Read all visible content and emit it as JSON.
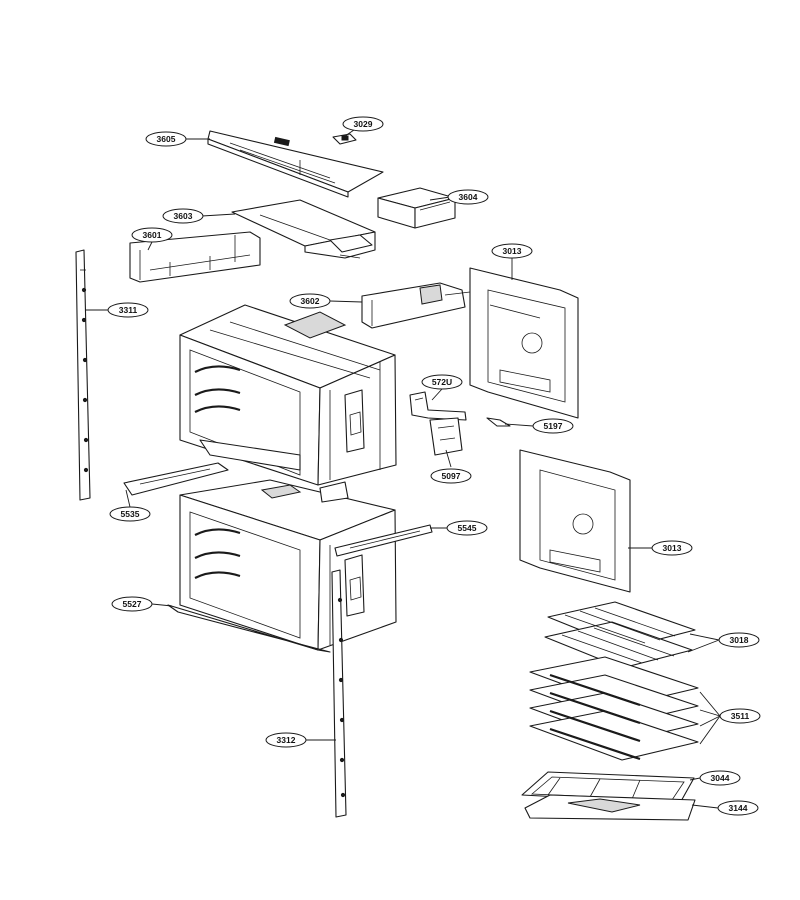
{
  "callouts": [
    {
      "key": "c3029",
      "label": "3029"
    },
    {
      "key": "c3605",
      "label": "3605"
    },
    {
      "key": "c3604",
      "label": "3604"
    },
    {
      "key": "c3603",
      "label": "3603"
    },
    {
      "key": "c3601",
      "label": "3601"
    },
    {
      "key": "c3013a",
      "label": "3013"
    },
    {
      "key": "c3311",
      "label": "3311"
    },
    {
      "key": "c3602",
      "label": "3602"
    },
    {
      "key": "c572u",
      "label": "572U"
    },
    {
      "key": "c5197",
      "label": "5197"
    },
    {
      "key": "c5097",
      "label": "5097"
    },
    {
      "key": "c3013b",
      "label": "3013"
    },
    {
      "key": "c5535",
      "label": "5535"
    },
    {
      "key": "c5545",
      "label": "5545"
    },
    {
      "key": "c5527",
      "label": "5527"
    },
    {
      "key": "c3018",
      "label": "3018"
    },
    {
      "key": "c3511",
      "label": "3511"
    },
    {
      "key": "c3312",
      "label": "3312"
    },
    {
      "key": "c3044",
      "label": "3044"
    },
    {
      "key": "c3144",
      "label": "3144"
    }
  ],
  "colors": {
    "line": "#1a1a1a",
    "background": "#ffffff"
  }
}
